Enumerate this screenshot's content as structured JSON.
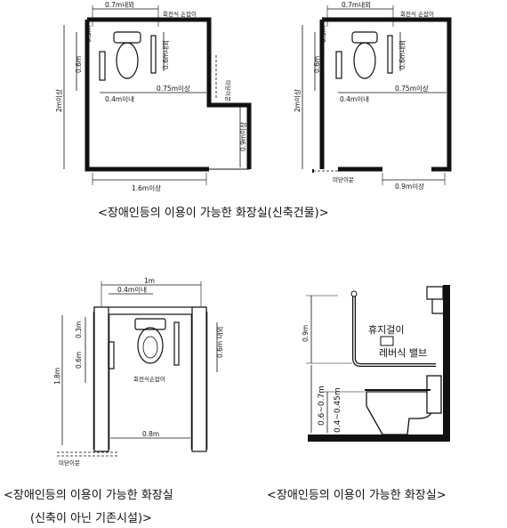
{
  "plan_new_building_a": {
    "dim_top_width": "0.7m내외",
    "label_rotating_handrail": "회전식 손잡이",
    "dim_wall_03": "0.3m",
    "dim_06": "0.6m",
    "dim_handrail_06": "0.6m내외",
    "dim_total_2m": "2m이상",
    "dim_04": "0.4m이내",
    "dim_075": "0.75m이상",
    "label_door": "미닫이문",
    "dim_09": "0.9m이상",
    "dim_16": "1.6m이상"
  },
  "plan_new_building_b": {
    "dim_top_width": "0.7m내외",
    "label_rotating_handrail": "회전식 손잡이",
    "dim_wall_03": "0.3m",
    "dim_06": "0.6m",
    "dim_handrail_06": "0.6m내외",
    "dim_total_2m": "2m이상",
    "dim_04": "0.4m이내",
    "dim_075": "0.75m이상",
    "label_door": "미닫이문",
    "dim_09": "0.9m이상"
  },
  "caption_new_buildings": "<장애인등의 이용이 가능한 화장실(신축건물)>",
  "plan_existing": {
    "dim_1m": "1m",
    "dim_04": "0.4m이내",
    "dim_03": "0.3m",
    "dim_06_left": "0.6m",
    "dim_06_right": "0.6m 내외",
    "dim_18": "1.8m",
    "label_rotating_handrail": "회전식손잡이",
    "dim_08": "0.8m",
    "label_door": "미닫이문"
  },
  "caption_existing_line1": "<장애인등의 이용이 가능한 화장실",
  "caption_existing_line2": "(신축이 아닌 기존시설)>",
  "elevation": {
    "dim_09": "0.9m",
    "label_tissue_holder": "휴지걸이",
    "label_lever_valve": "레버식 밸브",
    "dim_seat_range_a": "0.6~0.7m",
    "dim_seat_range_b": "0.4~0.45m"
  },
  "caption_elevation": "<장애인등의 이용이 가능한 화장실>",
  "colors": {
    "line": "#111111",
    "wall": "#111111",
    "paper": "#ffffff"
  }
}
